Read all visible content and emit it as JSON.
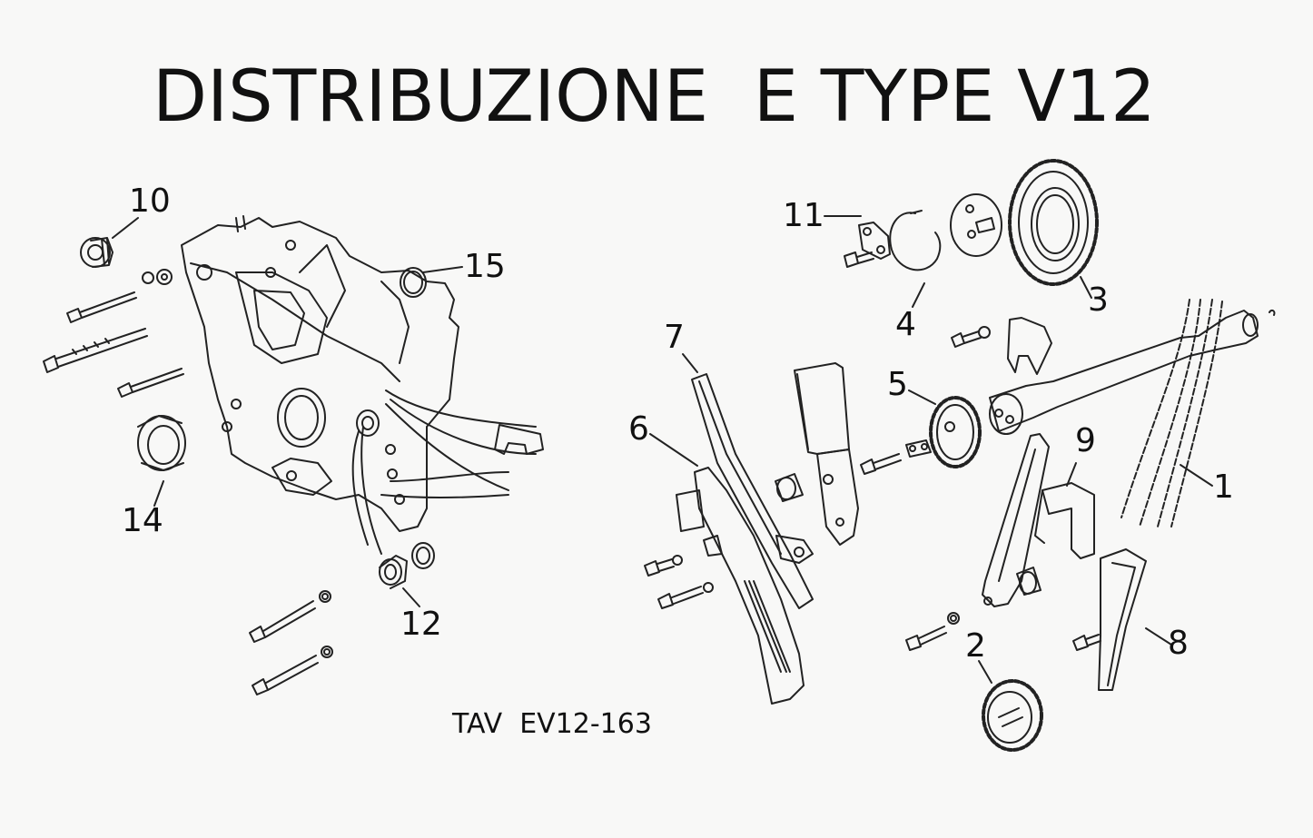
{
  "title": "DISTRIBUZIONE  E TYPE V12",
  "reference": "TAV  EV12-163",
  "callouts": {
    "1": "1",
    "2": "2",
    "3": "3",
    "4": "4",
    "5": "5",
    "6": "6",
    "7": "7",
    "8": "8",
    "9": "9",
    "10": "10",
    "11": "11",
    "12": "12",
    "14": "14",
    "15": "15"
  }
}
